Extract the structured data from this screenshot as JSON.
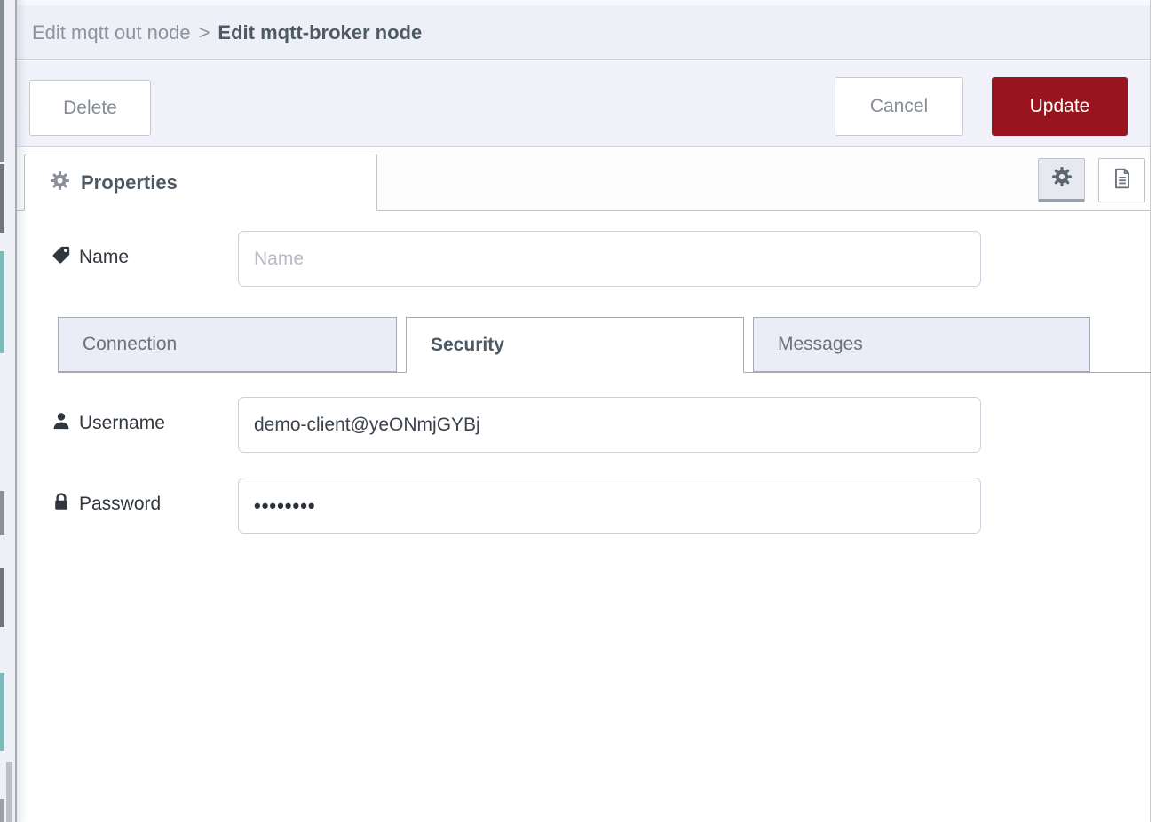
{
  "header": {
    "breadcrumb_parent": "Edit mqtt out node",
    "breadcrumb_separator": ">",
    "breadcrumb_current": "Edit mqtt-broker node"
  },
  "toolbar": {
    "delete_label": "Delete",
    "cancel_label": "Cancel",
    "update_label": "Update"
  },
  "editor": {
    "properties_tab_label": "Properties",
    "right_icon_buttons": [
      "gear-icon",
      "file-text-icon"
    ]
  },
  "form": {
    "name": {
      "label": "Name",
      "placeholder": "Name",
      "value": "",
      "icon": "tag-icon"
    },
    "broker_tabs": [
      {
        "label": "Connection",
        "active": false
      },
      {
        "label": "Security",
        "active": true
      },
      {
        "label": "Messages",
        "active": false
      }
    ],
    "username": {
      "label": "Username",
      "value": "demo-client@yeONmjGYBj",
      "icon": "user-icon"
    },
    "password": {
      "label": "Password",
      "value": "••••••••",
      "icon": "lock-icon"
    }
  },
  "colors": {
    "primary_button_bg": "#98141f",
    "header_bg": "#eef0f8",
    "inactive_tab_bg": "#eaecf7",
    "active_text": "#4c5a66"
  }
}
